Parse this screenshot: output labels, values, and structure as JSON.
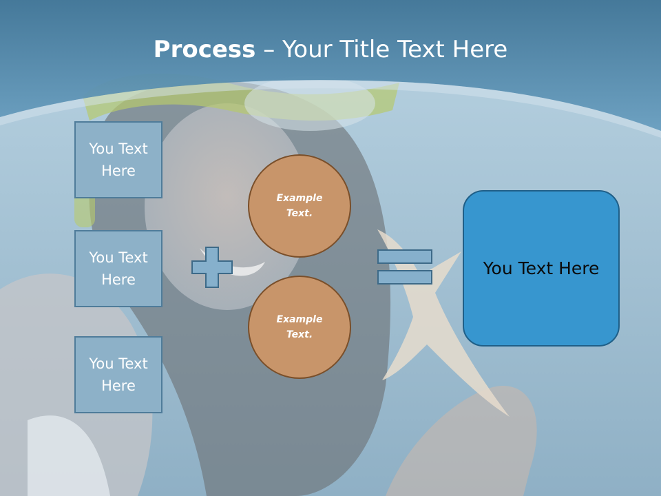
{
  "slide": {
    "title_bold": "Process",
    "title_sep": " – ",
    "title_rest": "Your Title Text Here"
  },
  "left_boxes": [
    {
      "label": "You Text Here"
    },
    {
      "label": "You Text Here"
    },
    {
      "label": "You Text Here"
    }
  ],
  "circles": [
    {
      "label": "Example Text."
    },
    {
      "label": "Example Text."
    }
  ],
  "result_box": {
    "label": "You Text Here"
  },
  "colors": {
    "header_band": "#4f86a8",
    "box_fill": "#8db1c8",
    "circle_fill": "#c8956a",
    "result_fill": "#3796cf",
    "operator_fill": "#86b0cc"
  },
  "icons": [
    "plus-operator",
    "equals-operator"
  ]
}
